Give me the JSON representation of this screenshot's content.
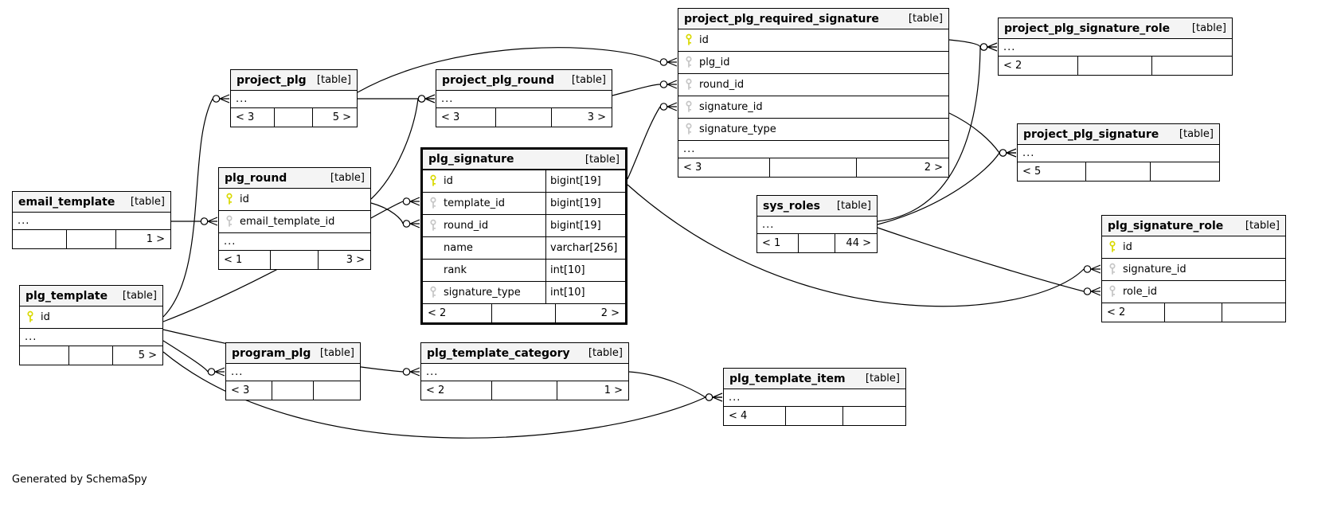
{
  "caption": "Generated by SchemaSpy",
  "colors": {
    "header_bg": "#f4f4f4",
    "primary_key": "#d9d900",
    "foreign_key": "#c6c6c6",
    "border": "#000000"
  },
  "tables": {
    "email_template": {
      "name": "email_template",
      "tag": "[table]",
      "columns": [],
      "ellipsis": "...",
      "footer": [
        "",
        "",
        "1 >"
      ]
    },
    "plg_template": {
      "name": "plg_template",
      "tag": "[table]",
      "columns": [
        {
          "name": "id",
          "key": "pk"
        }
      ],
      "ellipsis": "...",
      "footer": [
        "",
        "",
        "5 >"
      ]
    },
    "plg_round": {
      "name": "plg_round",
      "tag": "[table]",
      "columns": [
        {
          "name": "id",
          "key": "pk"
        },
        {
          "name": "email_template_id",
          "key": "fk"
        }
      ],
      "ellipsis": "...",
      "footer": [
        "< 1",
        "",
        "3 >"
      ]
    },
    "project_plg": {
      "name": "project_plg",
      "tag": "[table]",
      "columns": [],
      "ellipsis": "...",
      "footer": [
        "< 3",
        "",
        "5 >"
      ]
    },
    "project_plg_round": {
      "name": "project_plg_round",
      "tag": "[table]",
      "columns": [],
      "ellipsis": "...",
      "footer": [
        "< 3",
        "",
        "3 >"
      ]
    },
    "program_plg": {
      "name": "program_plg",
      "tag": "[table]",
      "columns": [],
      "ellipsis": "...",
      "footer": [
        "< 3",
        "",
        ""
      ]
    },
    "plg_signature": {
      "name": "plg_signature",
      "tag": "[table]",
      "columns": [
        {
          "name": "id",
          "type": "bigint[19]",
          "key": "pk"
        },
        {
          "name": "template_id",
          "type": "bigint[19]",
          "key": "fk"
        },
        {
          "name": "round_id",
          "type": "bigint[19]",
          "key": "fk"
        },
        {
          "name": "name",
          "type": "varchar[256]"
        },
        {
          "name": "rank",
          "type": "int[10]"
        },
        {
          "name": "signature_type",
          "type": "int[10]",
          "key": "fk"
        }
      ],
      "footer": [
        "< 2",
        "",
        "2 >"
      ]
    },
    "plg_template_category": {
      "name": "plg_template_category",
      "tag": "[table]",
      "columns": [],
      "ellipsis": "...",
      "footer": [
        "< 2",
        "",
        "1 >"
      ]
    },
    "plg_template_item": {
      "name": "plg_template_item",
      "tag": "[table]",
      "columns": [],
      "ellipsis": "...",
      "footer": [
        "< 4",
        "",
        ""
      ]
    },
    "project_plg_required_signature": {
      "name": "project_plg_required_signature",
      "tag": "[table]",
      "columns": [
        {
          "name": "id",
          "key": "pk"
        },
        {
          "name": "plg_id",
          "key": "fk"
        },
        {
          "name": "round_id",
          "key": "fk"
        },
        {
          "name": "signature_id",
          "key": "fk"
        },
        {
          "name": "signature_type",
          "key": "fk"
        }
      ],
      "ellipsis": "...",
      "footer": [
        "< 3",
        "",
        "2 >"
      ]
    },
    "sys_roles": {
      "name": "sys_roles",
      "tag": "[table]",
      "columns": [],
      "ellipsis": "...",
      "footer": [
        "< 1",
        "",
        "44 >"
      ]
    },
    "project_plg_signature_role": {
      "name": "project_plg_signature_role",
      "tag": "[table]",
      "columns": [],
      "ellipsis": "...",
      "footer": [
        "< 2",
        "",
        ""
      ]
    },
    "project_plg_signature": {
      "name": "project_plg_signature",
      "tag": "[table]",
      "columns": [],
      "ellipsis": "...",
      "footer": [
        "< 5",
        "",
        ""
      ]
    },
    "plg_signature_role": {
      "name": "plg_signature_role",
      "tag": "[table]",
      "columns": [
        {
          "name": "id",
          "key": "pk"
        },
        {
          "name": "signature_id",
          "key": "fk"
        },
        {
          "name": "role_id",
          "key": "fk"
        }
      ],
      "footer": [
        "< 2",
        "",
        ""
      ]
    }
  }
}
